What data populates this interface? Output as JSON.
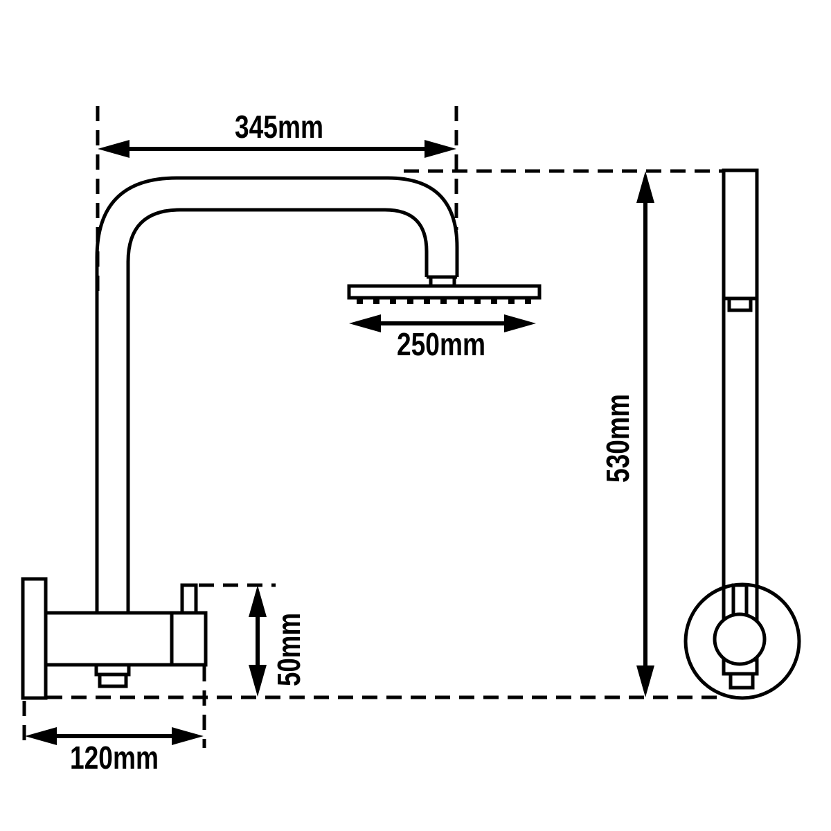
{
  "figure": {
    "background_color": "#ffffff",
    "line_color": "#000000"
  },
  "dims": {
    "arm_width": {
      "label": "345mm"
    },
    "head_width": {
      "label": "250mm"
    },
    "total_height": {
      "label": "530mm"
    },
    "outlet_offset": {
      "label": "50mm"
    },
    "base_width": {
      "label": "120mm"
    }
  }
}
